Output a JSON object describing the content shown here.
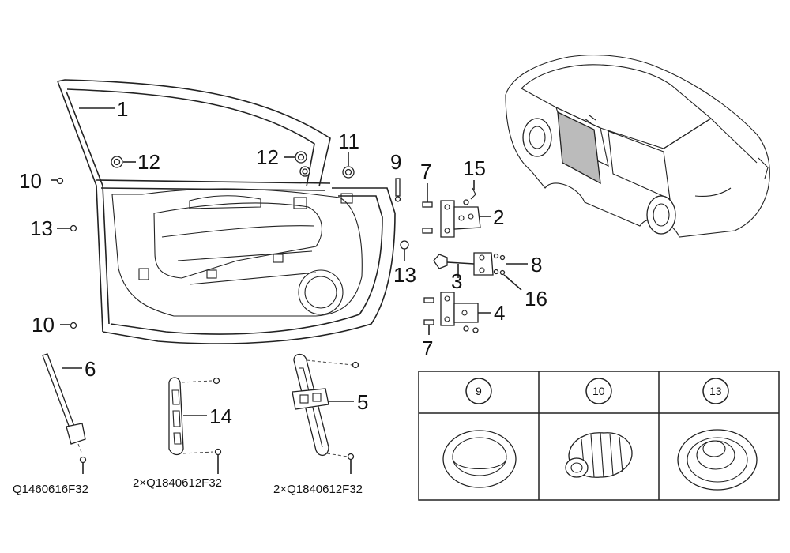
{
  "callouts": {
    "c1": "1",
    "c2": "2",
    "c3": "3",
    "c4": "4",
    "c5": "5",
    "c6": "6",
    "c7a": "7",
    "c7b": "7",
    "c8": "8",
    "c9": "9",
    "c10a": "10",
    "c10b": "10",
    "c11": "11",
    "c12a": "12",
    "c12b": "12",
    "c13a": "13",
    "c13b": "13",
    "c14": "14",
    "c15": "15",
    "c16": "16"
  },
  "part_codes": {
    "strap_fastener": "Q1460616F32",
    "bracket_screws": "2×Q1840612F32",
    "reinforcement_screws": "2×Q1840612F32"
  },
  "detail_table": {
    "col1": "9",
    "col2": "10",
    "col3": "13"
  }
}
